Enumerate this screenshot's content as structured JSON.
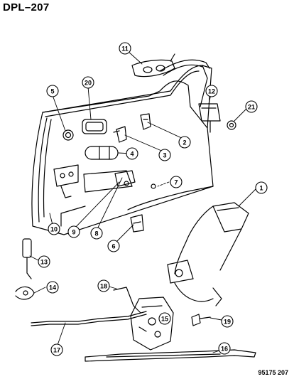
{
  "diagram": {
    "title": "DPL–207",
    "code": "95175 207",
    "callouts": [
      {
        "id": "c1",
        "label": "1"
      },
      {
        "id": "c2",
        "label": "2"
      },
      {
        "id": "c3",
        "label": "3"
      },
      {
        "id": "c4",
        "label": "4"
      },
      {
        "id": "c5",
        "label": "5"
      },
      {
        "id": "c6",
        "label": "6"
      },
      {
        "id": "c7",
        "label": "7"
      },
      {
        "id": "c8",
        "label": "8"
      },
      {
        "id": "c9",
        "label": "9"
      },
      {
        "id": "c10",
        "label": "10"
      },
      {
        "id": "c11",
        "label": "11"
      },
      {
        "id": "c12",
        "label": "12"
      },
      {
        "id": "c13",
        "label": "13"
      },
      {
        "id": "c14",
        "label": "14"
      },
      {
        "id": "c15",
        "label": "15"
      },
      {
        "id": "c16",
        "label": "16"
      },
      {
        "id": "c17",
        "label": "17"
      },
      {
        "id": "c18",
        "label": "18"
      },
      {
        "id": "c19",
        "label": "19"
      },
      {
        "id": "c20",
        "label": "20"
      },
      {
        "id": "c21",
        "label": "21"
      }
    ]
  }
}
